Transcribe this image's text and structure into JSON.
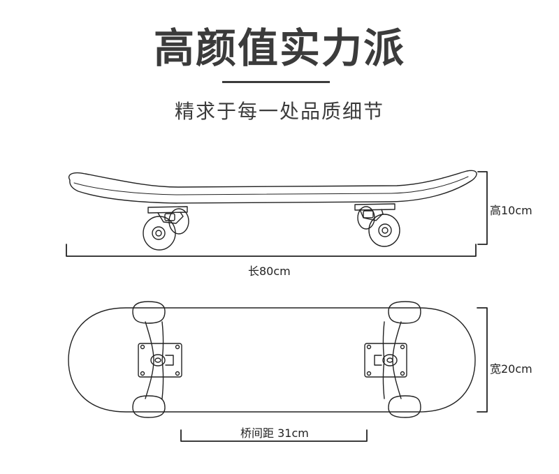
{
  "header": {
    "title": "高颜值实力派",
    "subtitle": "精求于每一处品质细节"
  },
  "dimensions": {
    "height_label": "高10cm",
    "length_label": "长80cm",
    "width_label": "宽20cm",
    "wheelbase_label": "桥间距 31cm"
  }
}
